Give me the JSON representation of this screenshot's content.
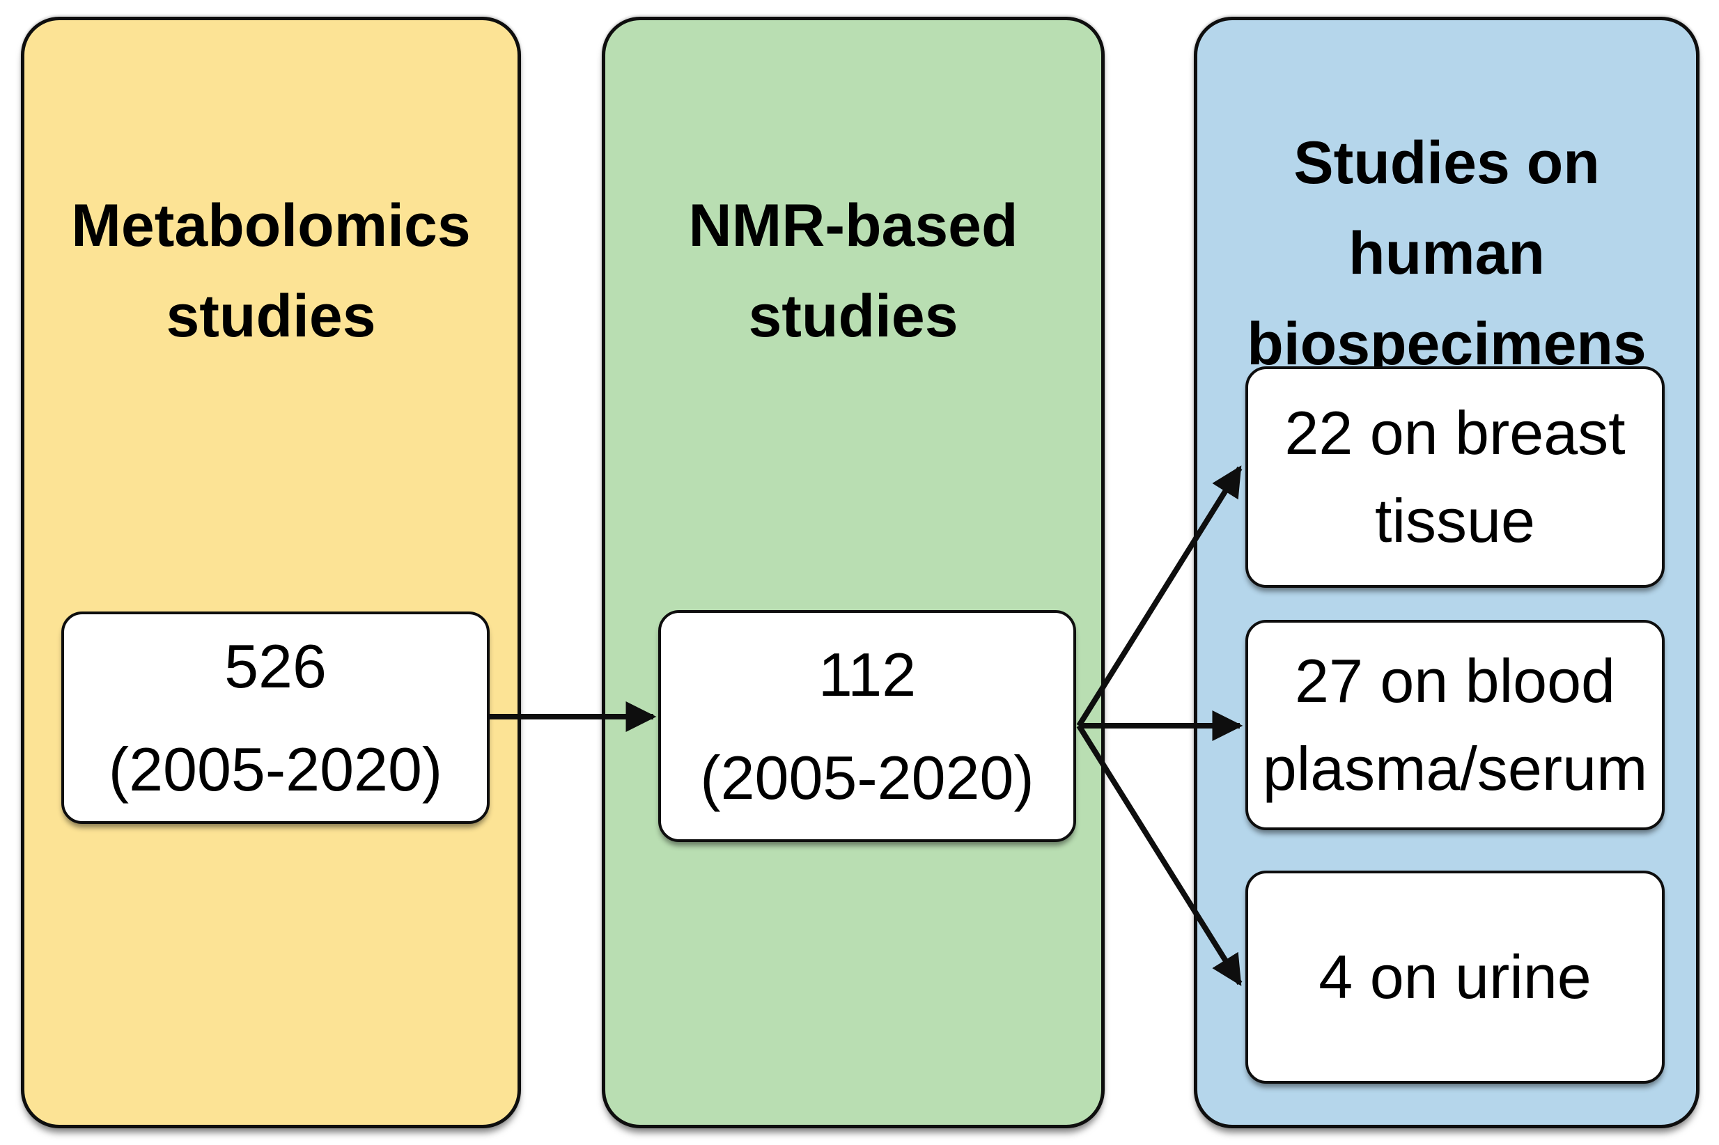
{
  "diagram": {
    "background": "#ffffff",
    "outline_color": "#0e0e0e",
    "columns": [
      {
        "id": "metabolomics-studies",
        "fill": "#FCE395",
        "title_lines": [
          "Metabolomics",
          "studies"
        ],
        "boxes": [
          {
            "lines": [
              "526",
              "(2005-2020)"
            ]
          }
        ]
      },
      {
        "id": "nmr-based-studies",
        "fill": "#B9DEB2",
        "title_lines": [
          "NMR-based",
          "studies"
        ],
        "boxes": [
          {
            "lines": [
              "112",
              "(2005-2020)"
            ]
          }
        ]
      },
      {
        "id": "studies-on-human-biospecimens",
        "fill": "#B5D6EB",
        "title_lines": [
          "Studies on",
          "human",
          "biospecimens"
        ],
        "boxes": [
          {
            "lines": [
              "22 on breast",
              "tissue"
            ]
          },
          {
            "lines": [
              "27 on blood",
              "plasma/serum"
            ]
          },
          {
            "lines": [
              "4 on urine"
            ]
          }
        ]
      }
    ],
    "flows": [
      {
        "from": "526 (2005-2020)",
        "to": "112 (2005-2020)"
      },
      {
        "from": "112 (2005-2020)",
        "to": "22 on breast tissue"
      },
      {
        "from": "112 (2005-2020)",
        "to": "27 on blood plasma/serum"
      },
      {
        "from": "112 (2005-2020)",
        "to": "4 on urine"
      }
    ]
  }
}
